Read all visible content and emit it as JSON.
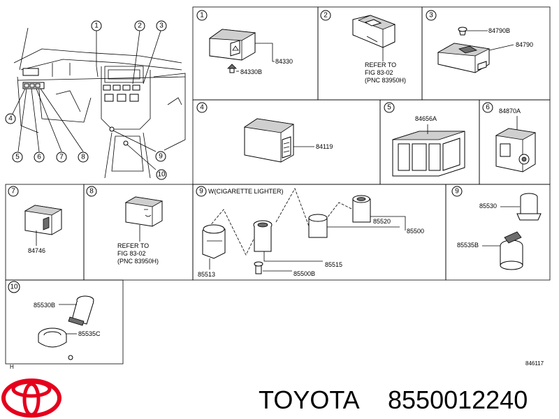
{
  "diagram": {
    "callouts": {
      "main": [
        "1",
        "2",
        "3",
        "4",
        "5",
        "6",
        "7",
        "8",
        "9",
        "10"
      ],
      "panel1": "1",
      "panel2": "2",
      "panel3": "3",
      "panel4": "4",
      "panel5": "5",
      "panel6": "6",
      "panel7": "7",
      "panel8": "8",
      "panel9a": "9",
      "panel9b": "9",
      "panel10": "10"
    },
    "panel9a_title": "W(CIGARETTE LIGHTER)",
    "parts": {
      "p84330": "84330",
      "p84330B": "84330B",
      "p84790B": "84790B",
      "p84790": "84790",
      "p84119": "84119",
      "p84656A": "84656A",
      "p84870A": "84870A",
      "p84746": "84746",
      "p85520": "85520",
      "p85500": "85500",
      "p85513": "85513",
      "p85515": "85515",
      "p85500B": "85500B",
      "p85530": "85530",
      "p85535B": "85535B",
      "p85530B": "85530B",
      "p85535C": "85535C"
    },
    "refer_panel2": [
      "REFER TO",
      "FIG 83-02",
      "(PNC 83950H)"
    ],
    "refer_panel8": [
      "REFER TO",
      "FIG 83-02",
      "(PNC 83950H)"
    ],
    "corner_letter": "H",
    "figure_code": "846117"
  },
  "footer": {
    "brand": "TOYOTA",
    "part_number": "8550012240"
  },
  "colors": {
    "logo_red": "#e5001c",
    "line": "#000000"
  }
}
